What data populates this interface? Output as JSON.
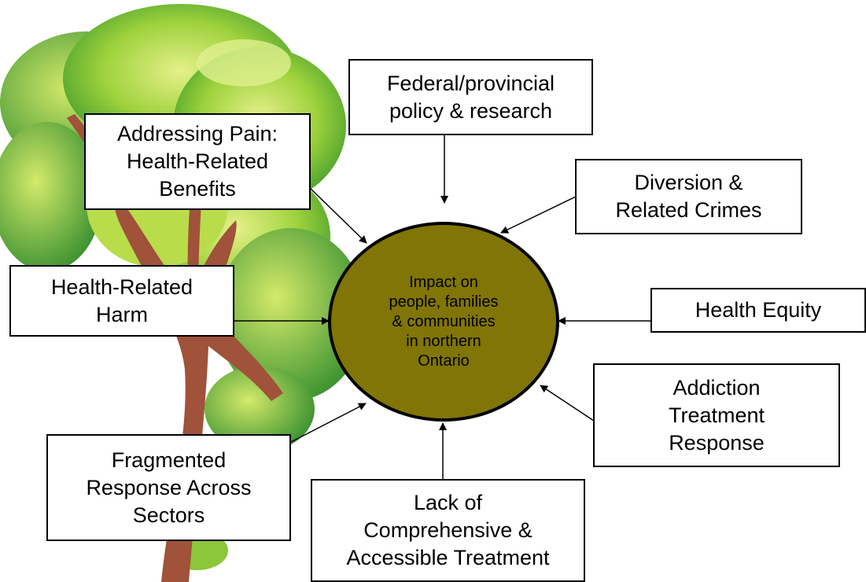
{
  "center": {
    "text": "Impact on\npeople, families\n& communities\nin northern\nOntario"
  },
  "factors": {
    "federal_policy": "Federal/provincial\npolicy & research",
    "addressing_pain": "Addressing Pain:\nHealth-Related\nBenefits",
    "diversion": "Diversion &\nRelated Crimes",
    "health_harm": "Health-Related\nHarm",
    "health_equity": "Health Equity",
    "addiction_treatment": "Addiction\nTreatment\nResponse",
    "fragmented_response": "Fragmented\nResponse Across\nSectors",
    "lack_treatment": "Lack of\nComprehensive &\nAccessible Treatment"
  },
  "colors": {
    "circle_fill": "#807506",
    "box_border": "#000000",
    "foliage_light": "#c5e04a",
    "foliage_mid": "#7fbf2e",
    "foliage_dark": "#2f8c2a",
    "trunk": "#a0523a"
  },
  "background_image": "tree-illustration"
}
